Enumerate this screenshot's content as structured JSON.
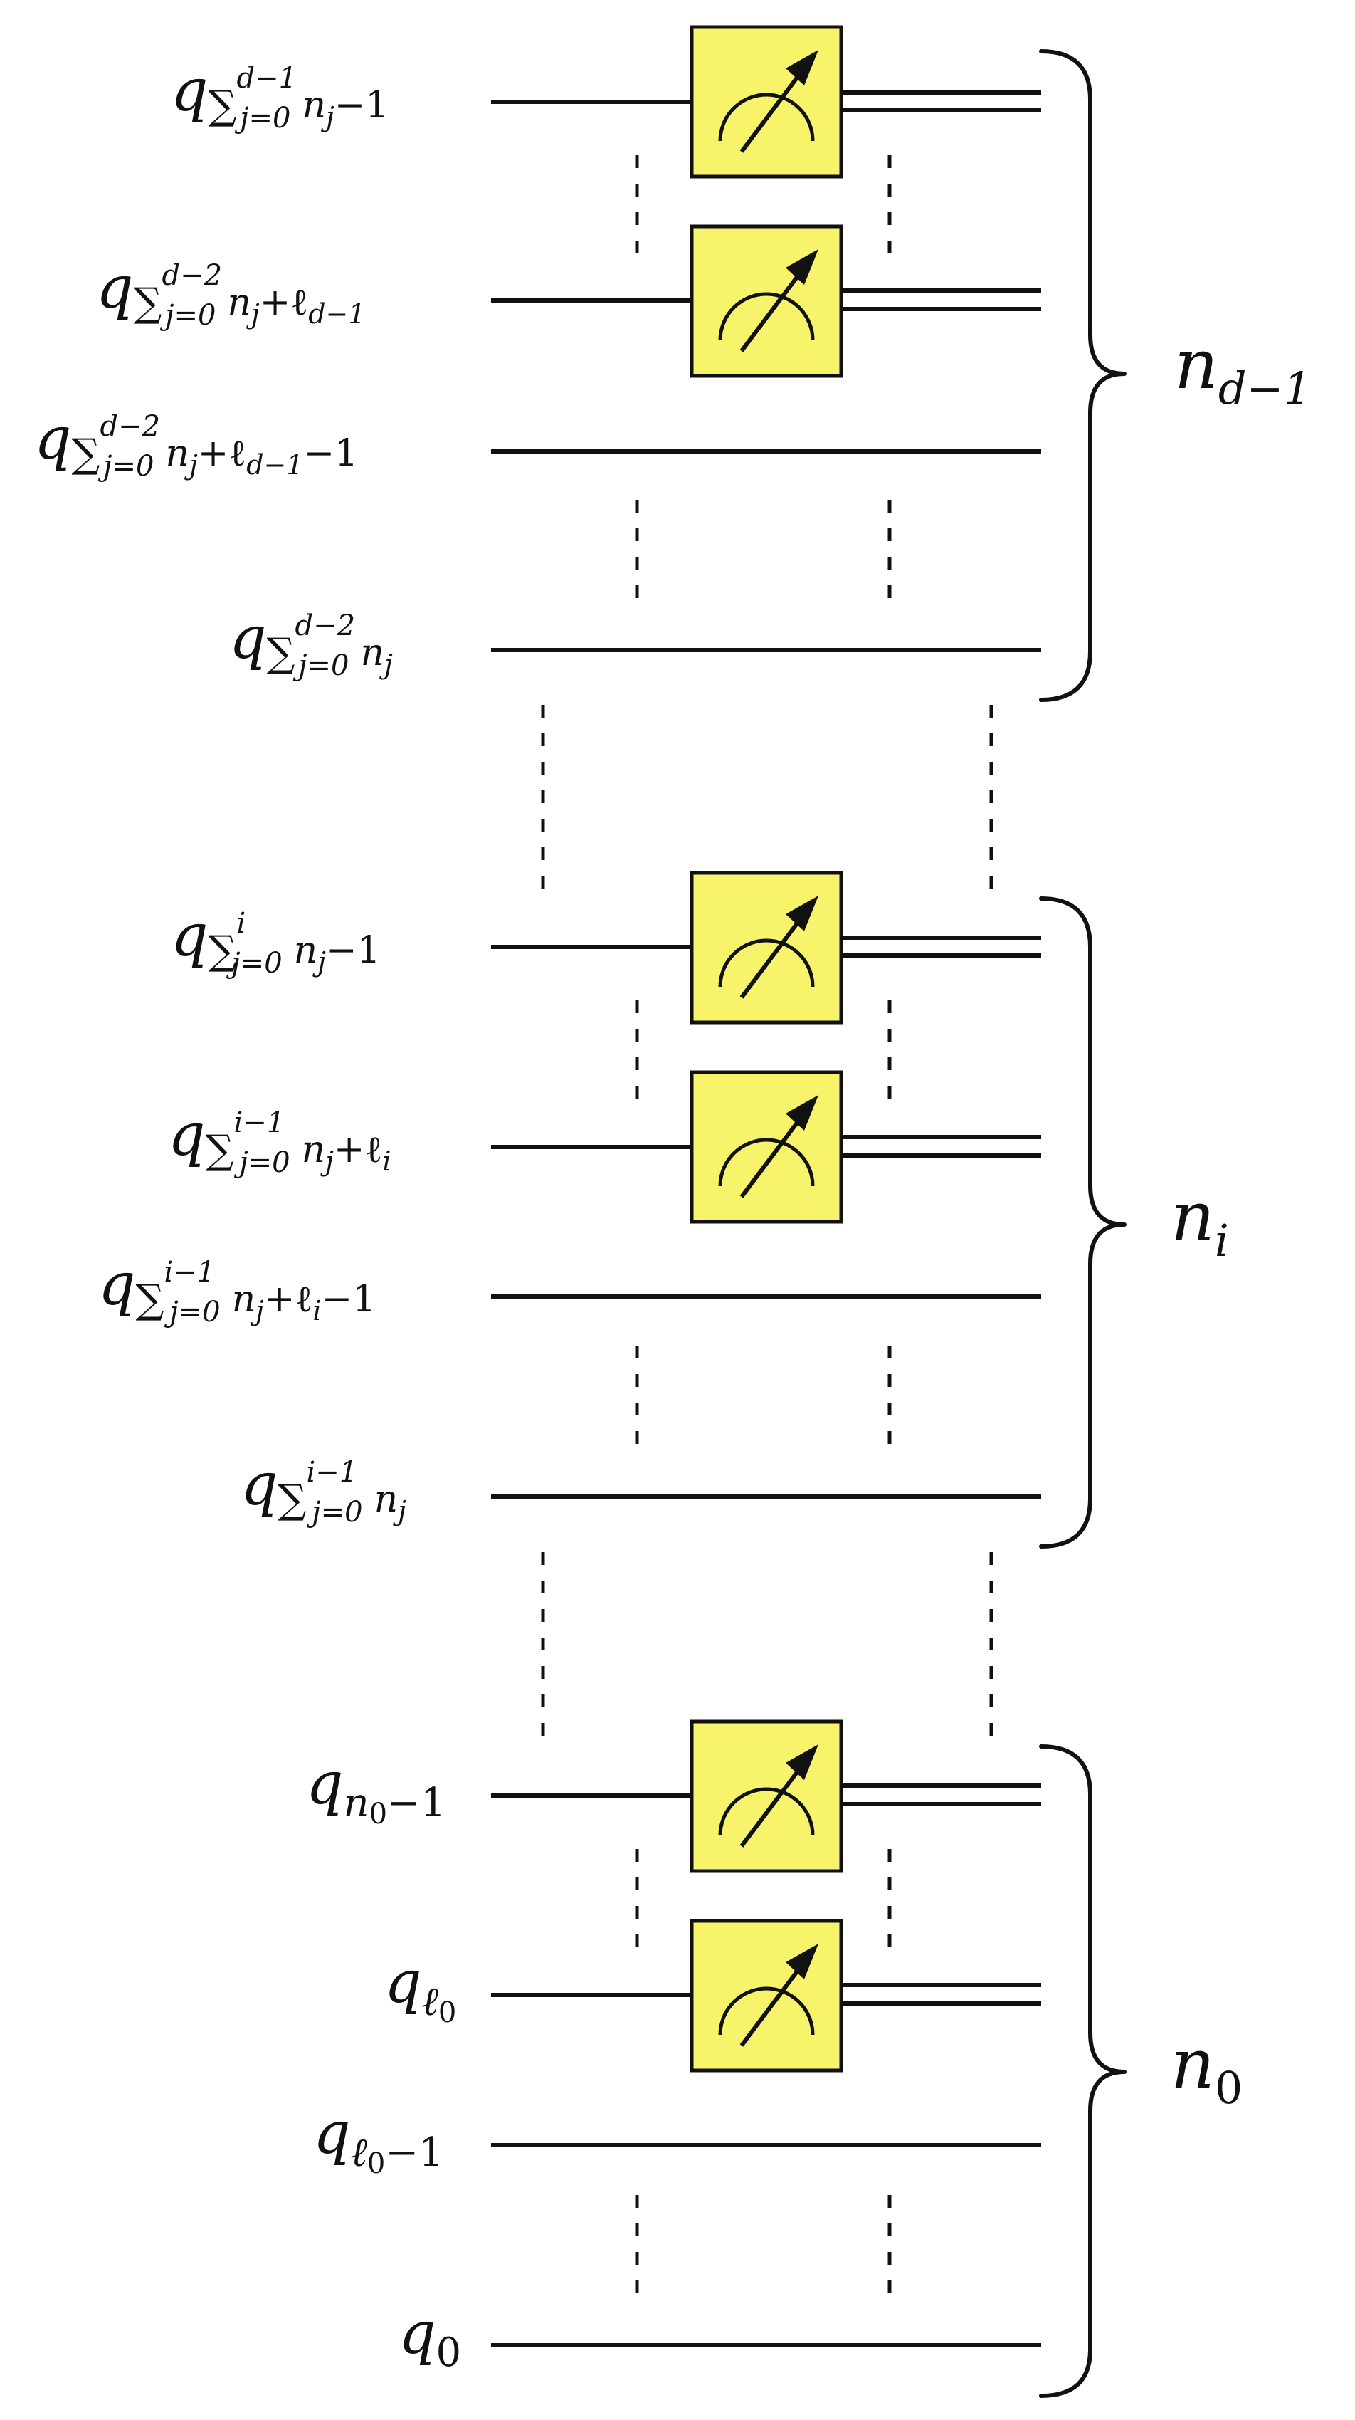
{
  "qubits": [
    {
      "id": "top-last",
      "label": "q",
      "sub": "∑",
      "sup": "d−1",
      "subtail": "j=0",
      "idx": "n",
      "idx2": "j",
      "tail": "−1"
    },
    {
      "id": "top-ell",
      "label": "q",
      "sub": "∑",
      "sup": "d−2",
      "subtail": "j=0",
      "idx": "n",
      "idx2": "j",
      "tail": "+ℓ",
      "tail2": "d−1"
    },
    {
      "id": "top-ell-minus",
      "label": "q",
      "sub": "∑",
      "sup": "d−2",
      "subtail": "j=0",
      "idx": "n",
      "idx2": "j",
      "tail": "+ℓ",
      "tail2": "d−1",
      "tail3": "−1"
    },
    {
      "id": "top-first",
      "label": "q",
      "sub": "∑",
      "sup": "d−2",
      "subtail": "j=0",
      "idx": "n",
      "idx2": "j"
    },
    {
      "id": "mid-last",
      "label": "q",
      "sub": "∑",
      "sup": "i",
      "subtail": "j=0",
      "idx": "n",
      "idx2": "j",
      "tail": "−1"
    },
    {
      "id": "mid-ell",
      "label": "q",
      "sub": "∑",
      "sup": "i−1",
      "subtail": "j=0",
      "idx": "n",
      "idx2": "j",
      "tail": "+ℓ",
      "tail2": "i"
    },
    {
      "id": "mid-ell-minus",
      "label": "q",
      "sub": "∑",
      "sup": "i−1",
      "subtail": "j=0",
      "idx": "n",
      "idx2": "j",
      "tail": "+ℓ",
      "tail2": "i",
      "tail3": "−1"
    },
    {
      "id": "mid-first",
      "label": "q",
      "sub": "∑",
      "sup": "i−1",
      "subtail": "j=0",
      "idx": "n",
      "idx2": "j"
    },
    {
      "id": "bot-last",
      "label": "q",
      "simple": "n",
      "simple2": "0",
      "simpletail": "−1"
    },
    {
      "id": "bot-ell",
      "label": "q",
      "simple": "ℓ",
      "simple2": "0"
    },
    {
      "id": "bot-ell-minus",
      "label": "q",
      "simple": "ℓ",
      "simple2": "0",
      "simpletail": "−1"
    },
    {
      "id": "bot-zero",
      "label": "q",
      "simple": "0"
    }
  ],
  "groups": [
    {
      "id": "group-top",
      "label": "n",
      "sub": "d−1"
    },
    {
      "id": "group-mid",
      "label": "n",
      "sub": "i"
    },
    {
      "id": "group-bot",
      "label": "n",
      "sub": "0"
    }
  ],
  "colors": {
    "meter_fill": "#f7f36b",
    "ink": "#111111"
  },
  "icons": {
    "meter": "measurement-meter-icon"
  }
}
